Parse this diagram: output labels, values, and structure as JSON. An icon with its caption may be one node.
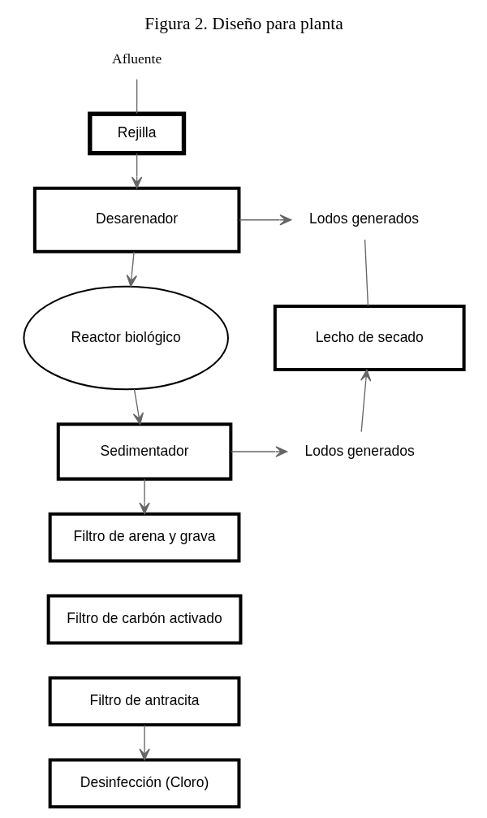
{
  "diagram": {
    "title": "Figura 2. Diseño para planta",
    "nodes": [
      {
        "text": [
          "Afluente"
        ]
      },
      {
        "text": [
          "Rejilla"
        ]
      },
      {
        "text": [
          "Desarenador"
        ]
      },
      {
        "text": [
          "Lodos generados"
        ]
      },
      {
        "text": [
          "Lecho de secado"
        ]
      },
      {
        "text": [
          "Reactor biológico"
        ]
      },
      {
        "text": [
          "Sedimentador"
        ]
      },
      {
        "text": [
          "Lodos generados"
        ]
      },
      {
        "text": [
          "Filtro de arena y grava"
        ]
      },
      {
        "text": [
          "Filtro de carbón activado"
        ]
      },
      {
        "text": [
          "Filtro de antracita"
        ]
      },
      {
        "text": [
          "Desinfección (Cloro)"
        ]
      }
    ],
    "edges": [
      {
        "from": 0,
        "to": 1,
        "arrow": "none"
      },
      {
        "from": 1,
        "to": 2,
        "arrow": "to"
      },
      {
        "from": 2,
        "to": 3,
        "arrow": "to"
      },
      {
        "from": 3,
        "to": 4,
        "arrow": "none"
      },
      {
        "from": 2,
        "to": 5,
        "arrow": "to"
      },
      {
        "from": 5,
        "to": 6,
        "arrow": "to"
      },
      {
        "from": 6,
        "to": 7,
        "arrow": "to"
      },
      {
        "from": 7,
        "to": 4,
        "arrow": "to"
      },
      {
        "from": 6,
        "to": 8,
        "arrow": "to"
      },
      {
        "from": 10,
        "to": 11,
        "arrow": "to"
      }
    ]
  }
}
